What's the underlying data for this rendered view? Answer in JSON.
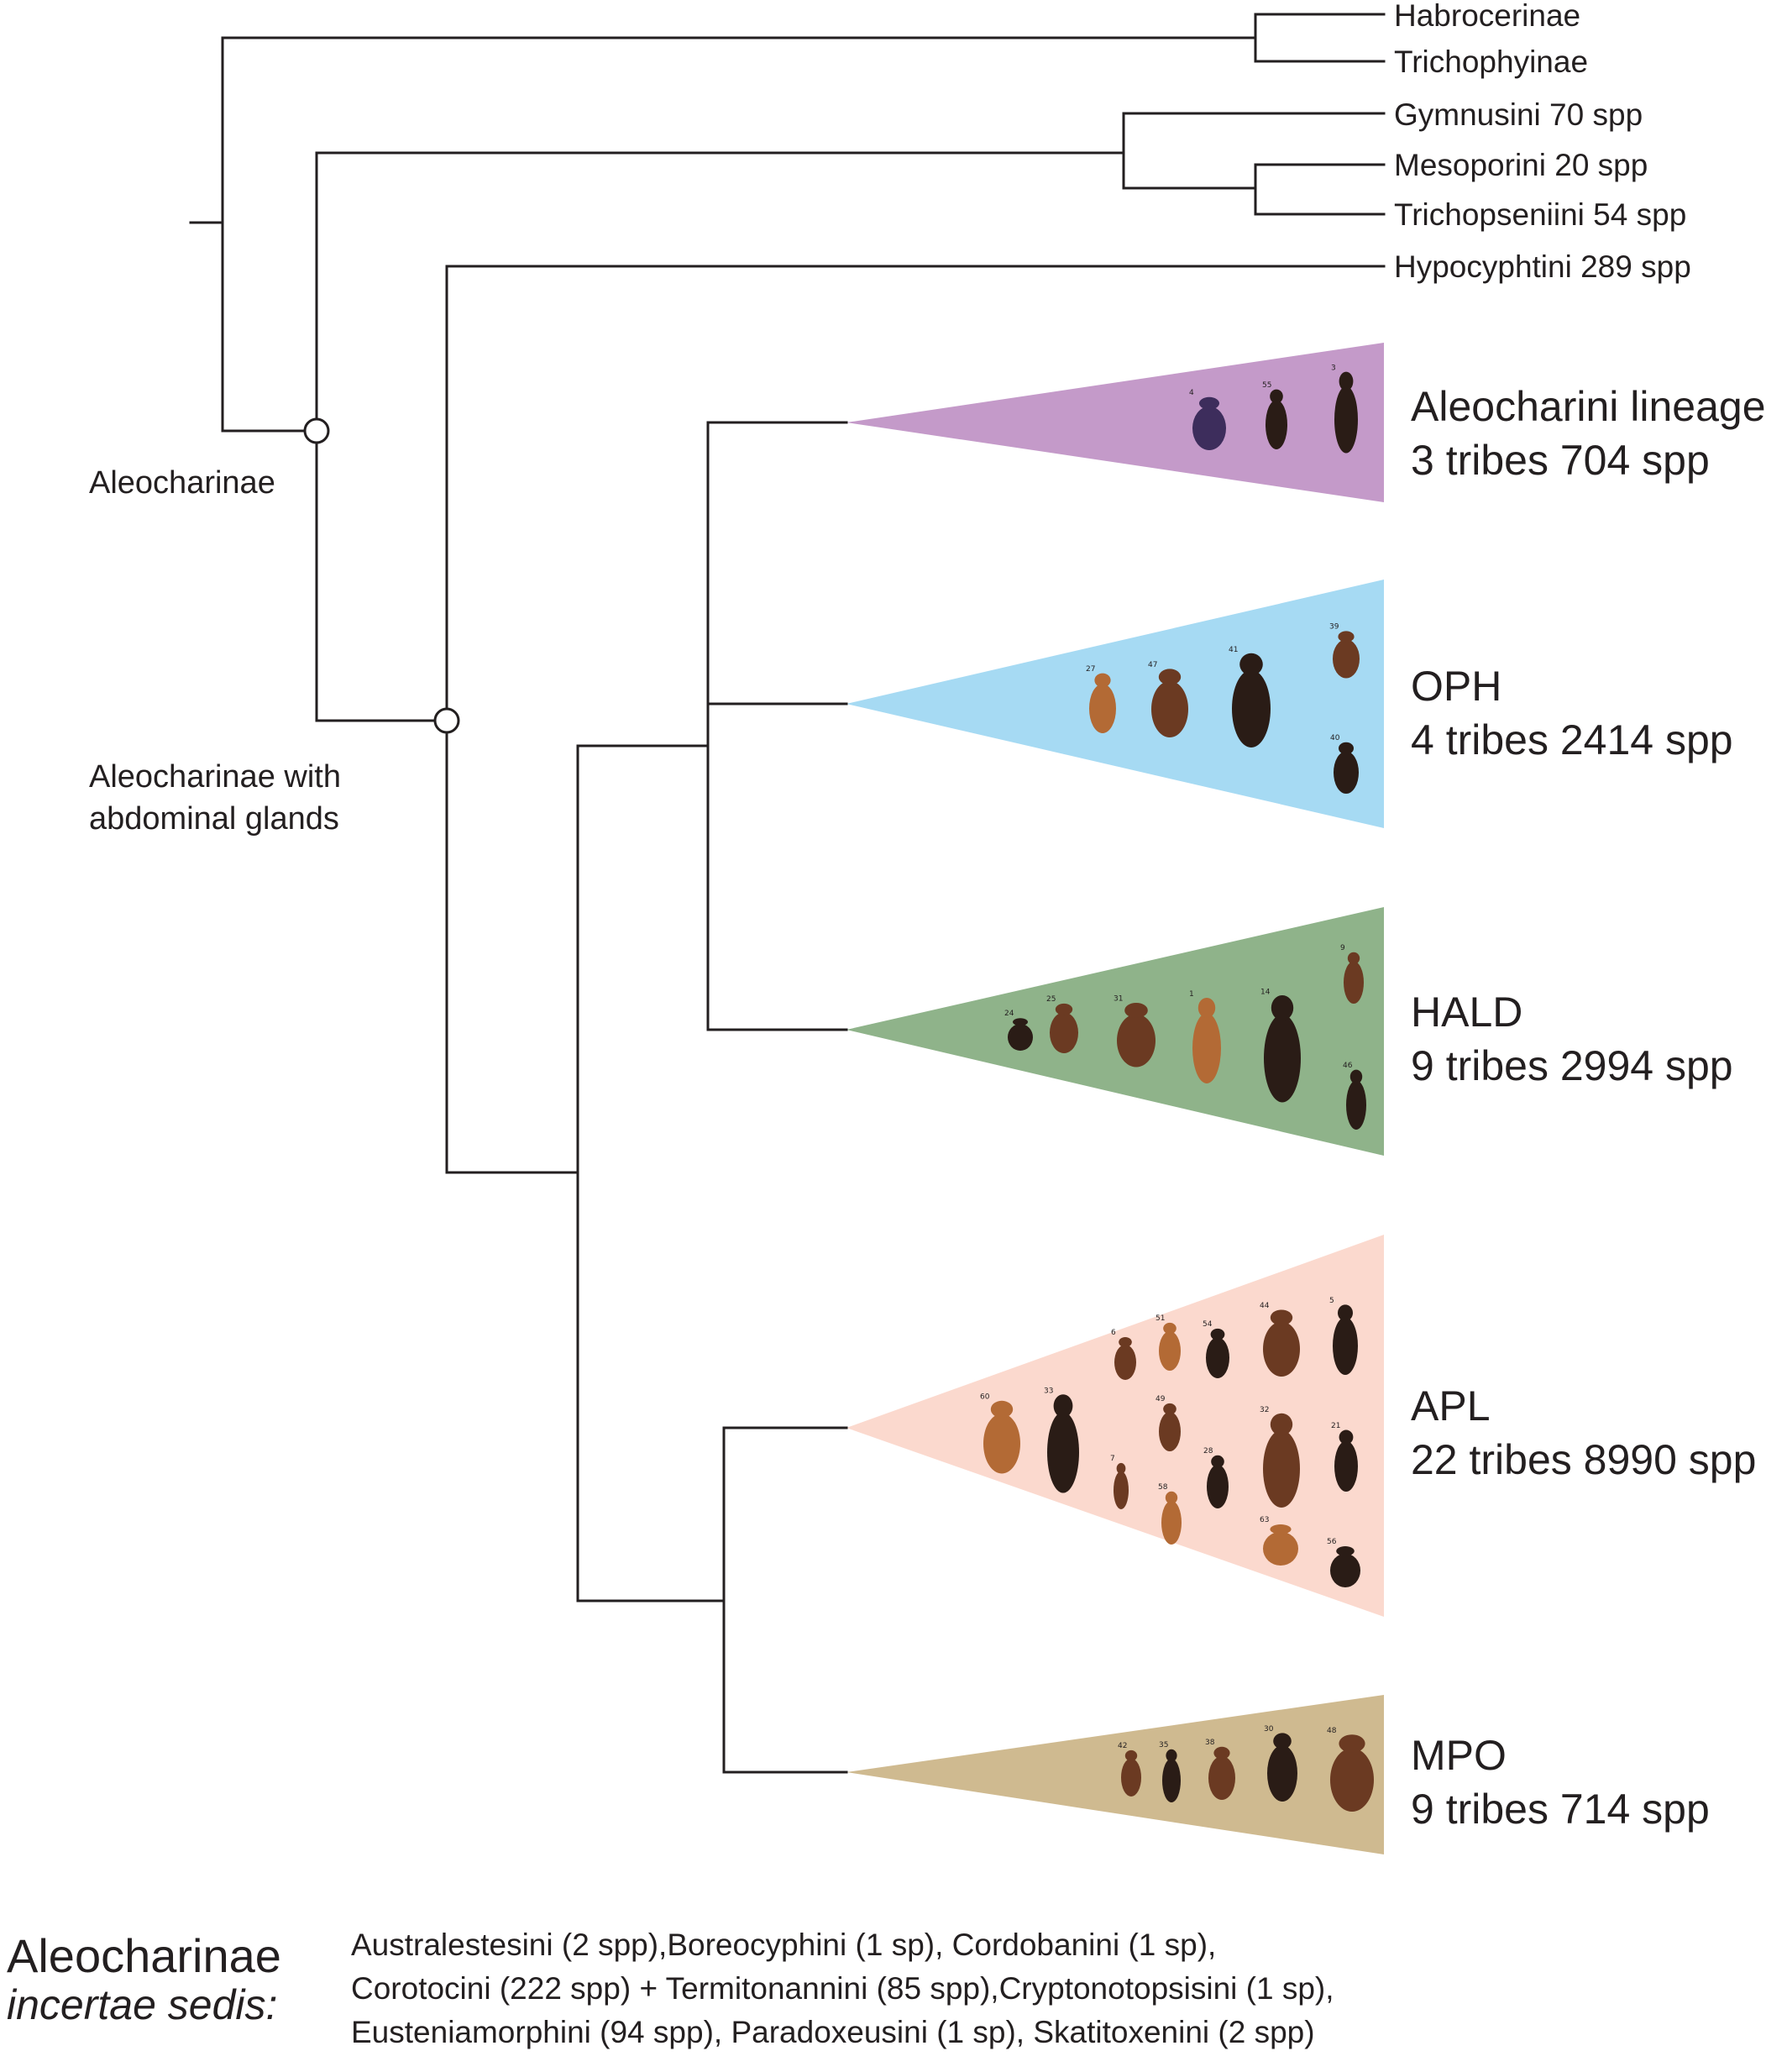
{
  "leaves": {
    "habrocerinae": "Habrocerinae",
    "trichophyinae": "Trichophyinae",
    "gymnusini": "Gymnusini 70 spp",
    "mesoporini": "Mesoporini 20 spp",
    "trichopseniini": "Trichopseniini 54 spp",
    "hypocyphtini": "Hypocyphtini 289 spp"
  },
  "nodes": {
    "aleocharinae": "Aleocharinae",
    "glands_line1": "Aleocharinae with",
    "glands_line2": "abdominal glands"
  },
  "clades": [
    {
      "name": "Aleocharini lineage",
      "stats": "3 tribes 704 spp",
      "color": "#c49ac9",
      "specimen_numbers": [
        "4",
        "55",
        "3"
      ]
    },
    {
      "name": "OPH",
      "stats": "4 tribes 2414 spp",
      "color": "#a6daf3",
      "specimen_numbers": [
        "27",
        "47",
        "41",
        "39",
        "40"
      ]
    },
    {
      "name": "HALD",
      "stats": "9 tribes 2994 spp",
      "color": "#8fb38a",
      "specimen_numbers": [
        "24",
        "25",
        "31",
        "1",
        "14",
        "9",
        "46"
      ]
    },
    {
      "name": "APL",
      "stats": "22 tribes 8990 spp",
      "color": "#fbd9ce",
      "specimen_numbers": [
        "60",
        "33",
        "6",
        "51",
        "54",
        "44",
        "5",
        "49",
        "7",
        "58",
        "28",
        "32",
        "21",
        "63",
        "56"
      ]
    },
    {
      "name": "MPO",
      "stats": "9 tribes 714 spp",
      "color": "#cfba90",
      "specimen_numbers": [
        "42",
        "35",
        "38",
        "30",
        "48"
      ]
    }
  ],
  "incertae": {
    "title": "Aleocharinae",
    "subtitle": "incertae sedis:",
    "lines": [
      "Australestesini (2 spp),Boreocyphini (1 sp), Cordobanini (1 sp),",
      "Corotocini (222 spp) + Termitonannini (85 spp),Cryptonotopsisini (1 sp),",
      "Eusteniamorphini (94 spp), Paradoxeusini (1 sp), Skatitoxenini (2 spp)"
    ]
  },
  "colors": {
    "line": "#231f20",
    "beetle_dark": "#2a1c16",
    "beetle_brown": "#6b3a22",
    "beetle_amber": "#b36a35",
    "beetle_purple": "#3d2d5c"
  }
}
